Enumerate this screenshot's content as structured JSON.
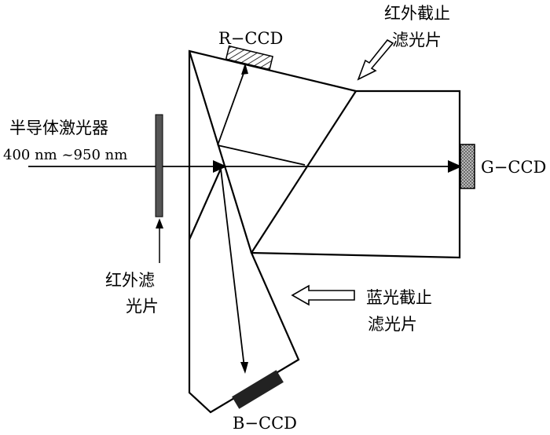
{
  "labels": {
    "laser": "半导体激光器",
    "wavelength": "400 nm ~950 nm",
    "red_filter_line1": "红外滤",
    "red_filter_line2": "光片",
    "ir_cut_line1": "红外截止",
    "ir_cut_line2": "滤光片",
    "blue_cut_line1": "蓝光截止",
    "blue_cut_line2": "滤光片",
    "r_ccd": "R−CCD",
    "g_ccd": "G−CCD",
    "b_ccd": "B−CCD"
  },
  "colors": {
    "line": "#000000",
    "filter_bar": "#555555",
    "b_ccd": "#222222",
    "g_ccd_dots": "#666666"
  }
}
